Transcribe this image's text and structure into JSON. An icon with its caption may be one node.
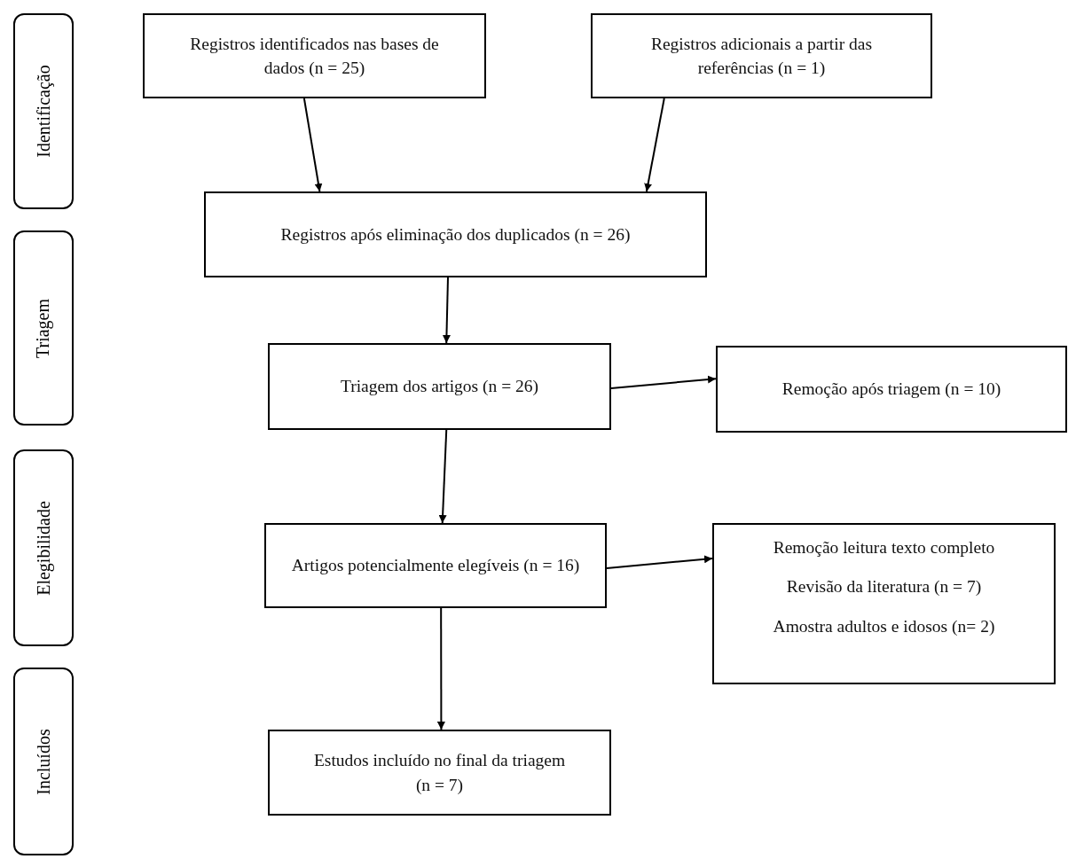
{
  "diagram": {
    "nodes": [
      {
        "text": [
          "Identificação"
        ]
      },
      {
        "text": [
          "Triagem"
        ]
      },
      {
        "text": [
          "Elegibilidade"
        ]
      },
      {
        "text": [
          "Incluídos"
        ]
      },
      {
        "text": [
          "Registros identificados nas bases de dados (n = 25)"
        ]
      },
      {
        "text": [
          "Registros adicionais a partir das referências (n = 1)"
        ]
      },
      {
        "text": [
          "Registros após eliminação dos duplicados (n = 26)"
        ]
      },
      {
        "text": [
          "Triagem dos artigos (n = 26)"
        ]
      },
      {
        "text": [
          "Remoção após triagem (n = 10)"
        ]
      },
      {
        "text": [
          "Artigos potencialmente elegíveis (n = 16)"
        ]
      },
      {
        "text": [
          "Remoção leitura texto completo",
          "Revisão da literatura (n = 7)",
          "Amostra adultos e idosos (n= 2)"
        ]
      },
      {
        "text": [
          "Estudos incluído no final da triagem (n = 7)"
        ]
      }
    ],
    "edges": [
      {
        "from": 4,
        "to": 6,
        "arrow": "to"
      },
      {
        "from": 5,
        "to": 6,
        "arrow": "to"
      },
      {
        "from": 6,
        "to": 7,
        "arrow": "to"
      },
      {
        "from": 7,
        "to": 8,
        "arrow": "to"
      },
      {
        "from": 7,
        "to": 9,
        "arrow": "to"
      },
      {
        "from": 9,
        "to": 10,
        "arrow": "to"
      },
      {
        "from": 9,
        "to": 11,
        "arrow": "to"
      }
    ]
  }
}
